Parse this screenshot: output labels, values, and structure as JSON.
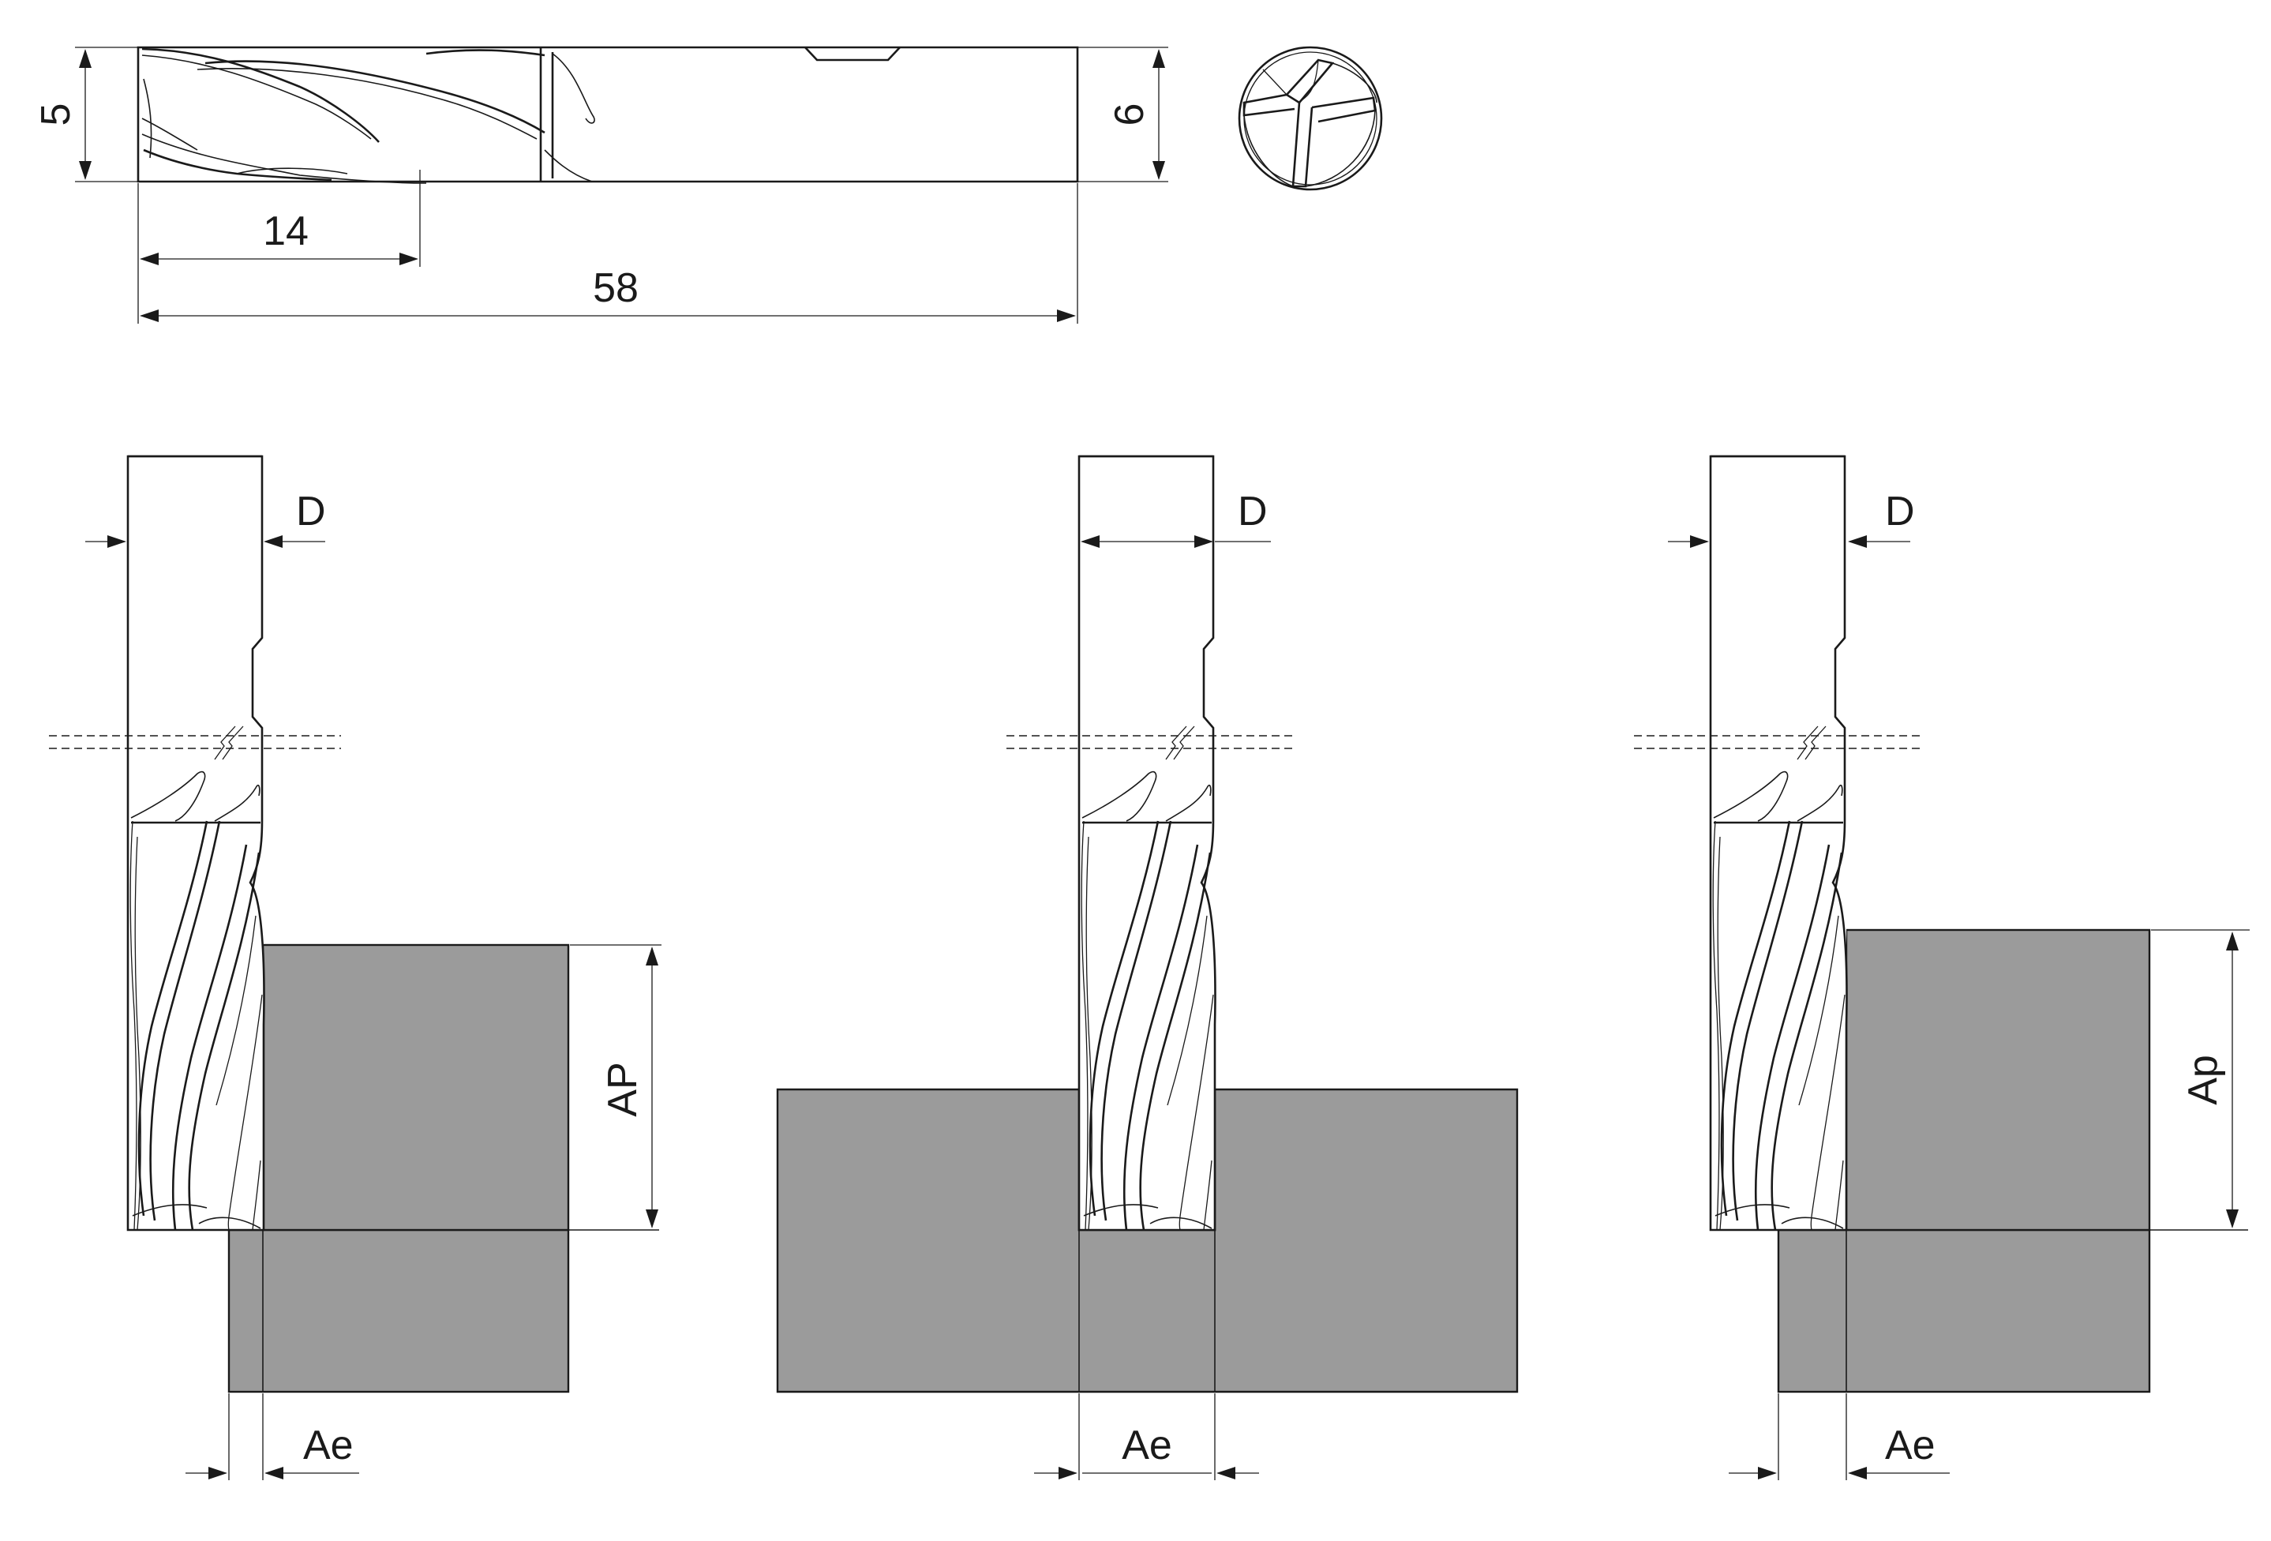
{
  "drawing": {
    "top_view": {
      "dim_flute_diameter": "5",
      "dim_flute_length": "14",
      "dim_overall_length": "58",
      "dim_shank_diameter": "6"
    },
    "views": [
      {
        "dim_diameter": "D",
        "dim_depth": "AP",
        "dim_width": "Ae"
      },
      {
        "dim_diameter": "D",
        "dim_width": "Ae"
      },
      {
        "dim_diameter": "D",
        "dim_depth": "Ap",
        "dim_width": "Ae"
      }
    ]
  },
  "colors": {
    "line": "#1a1a1a",
    "workpiece": "#9b9b9b",
    "background": "#ffffff"
  }
}
